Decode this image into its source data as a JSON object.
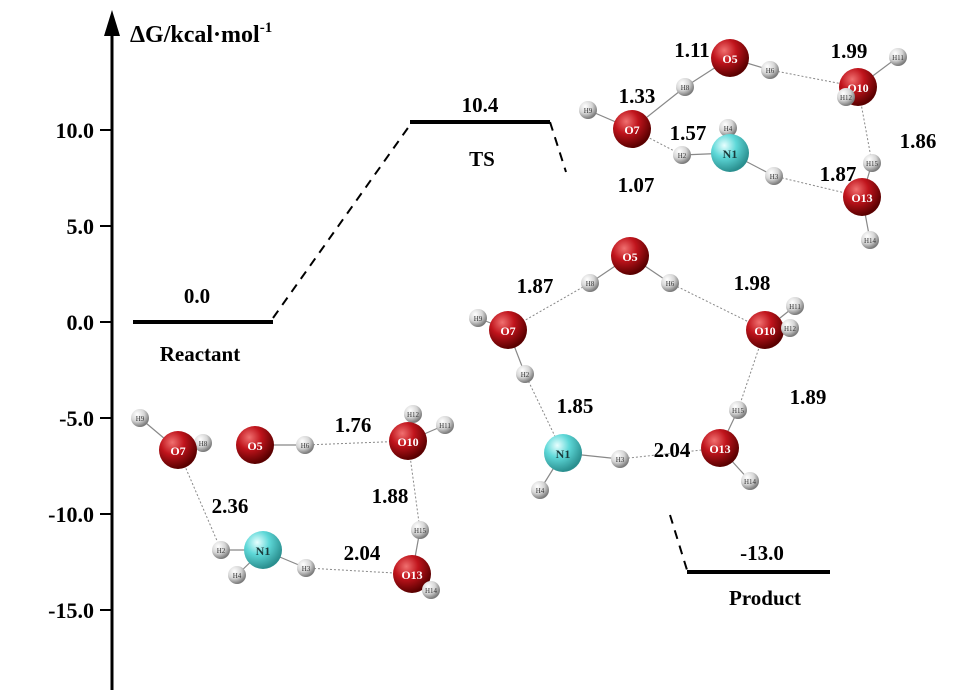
{
  "axis": {
    "label_main": "ΔG/kcal·mol",
    "label_sup": "-1",
    "ticks": [
      {
        "value": 10.0,
        "label": "10.0"
      },
      {
        "value": 5.0,
        "label": "5.0"
      },
      {
        "value": 0.0,
        "label": "0.0"
      },
      {
        "value": -5.0,
        "label": "-5.0"
      },
      {
        "value": -10.0,
        "label": "-10.0"
      },
      {
        "value": -15.0,
        "label": "-15.0"
      }
    ]
  },
  "levels": [
    {
      "id": "reactant",
      "name": "Reactant",
      "value": 0.0,
      "value_label": "0.0"
    },
    {
      "id": "ts",
      "name": "TS",
      "value": 10.4,
      "value_label": "10.4"
    },
    {
      "id": "product",
      "name": "Product",
      "value": -13.0,
      "value_label": "-13.0"
    }
  ],
  "colors": {
    "oxygen": "#c0141c",
    "nitrogen": "#5ed8d8",
    "hydrogen": "#d6d6d6",
    "line": "#000000"
  },
  "structures": {
    "reactant": {
      "atoms": [
        "O7",
        "H9",
        "H8",
        "O5",
        "H6",
        "O10",
        "H12",
        "H11",
        "N1",
        "H2",
        "H4",
        "H3",
        "H15",
        "O13",
        "H14"
      ],
      "distances": [
        "1.76",
        "2.36",
        "1.88",
        "2.04"
      ]
    },
    "ts": {
      "atoms": [
        "O5",
        "H6",
        "O10",
        "H11",
        "H12",
        "H8",
        "O7",
        "H9",
        "H4",
        "H2",
        "N1",
        "H3",
        "H15",
        "O13",
        "H14"
      ],
      "distances": [
        "1.11",
        "1.99",
        "1.33",
        "1.57",
        "1.86",
        "1.87",
        "1.07"
      ]
    },
    "product": {
      "atoms": [
        "O5",
        "H8",
        "H6",
        "O7",
        "H9",
        "O10",
        "H11",
        "H12",
        "H2",
        "H15",
        "N1",
        "H3",
        "O13",
        "H4",
        "H14"
      ],
      "distances": [
        "1.87",
        "1.98",
        "1.85",
        "1.89",
        "2.04"
      ]
    }
  }
}
